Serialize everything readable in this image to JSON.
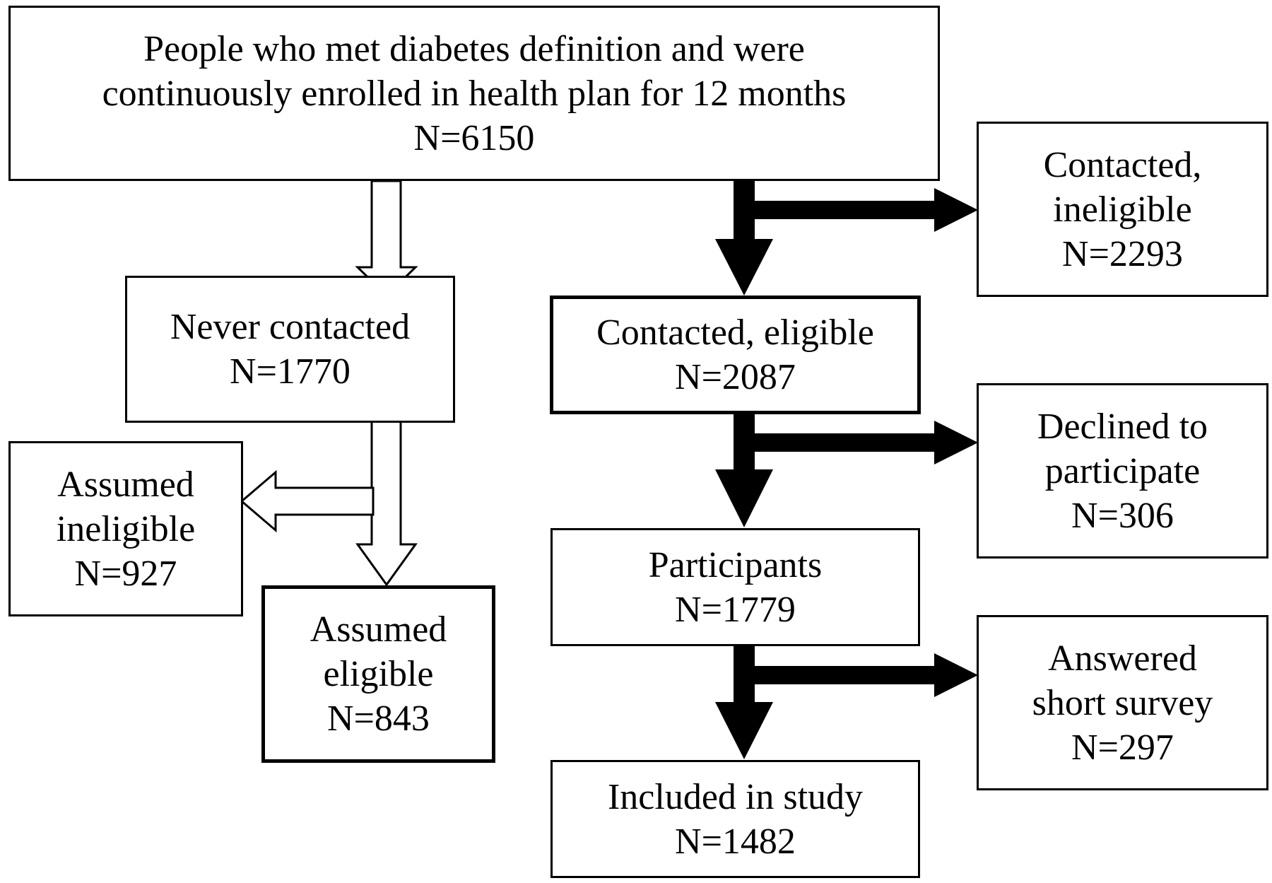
{
  "boxes": {
    "start": {
      "lines": [
        "People who met diabetes definition and were",
        "continuously enrolled in health plan for 12 months",
        "N=6150"
      ]
    },
    "never_contacted": {
      "lines": [
        "Never contacted",
        "N=1770"
      ]
    },
    "assumed_ineligible": {
      "lines": [
        "Assumed",
        "ineligible",
        "N=927"
      ]
    },
    "assumed_eligible": {
      "lines": [
        "Assumed",
        "eligible",
        "N=843"
      ]
    },
    "contacted_ineligible": {
      "lines": [
        "Contacted,",
        "ineligible",
        "N=2293"
      ]
    },
    "contacted_eligible": {
      "lines": [
        "Contacted, eligible",
        "N=2087"
      ]
    },
    "declined": {
      "lines": [
        "Declined to",
        "participate",
        "N=306"
      ]
    },
    "participants": {
      "lines": [
        "Participants",
        "N=1779"
      ]
    },
    "short_survey": {
      "lines": [
        "Answered",
        "short survey",
        "N=297"
      ]
    },
    "included": {
      "lines": [
        "Included in study",
        "N=1482"
      ]
    }
  },
  "colors": {
    "stroke": "#000000",
    "fill": "#ffffff"
  }
}
